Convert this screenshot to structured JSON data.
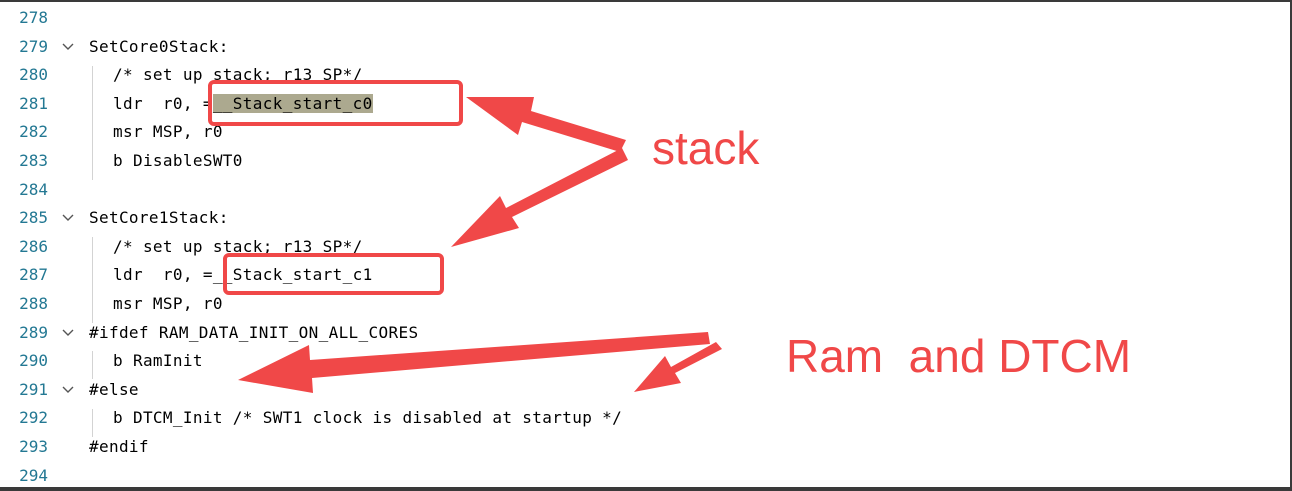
{
  "editor": {
    "lines": [
      {
        "num": "278",
        "text": "",
        "fold": false,
        "indent": false
      },
      {
        "num": "279",
        "text": "SetCore0Stack:",
        "fold": true,
        "indent": false
      },
      {
        "num": "280",
        "text": "/* set up stack; r13 SP*/",
        "fold": false,
        "indent": true
      },
      {
        "num": "281",
        "text_pre": "ldr  r0, =",
        "text_hl": "__Stack_start_c0",
        "fold": false,
        "indent": true
      },
      {
        "num": "282",
        "text": "msr MSP, r0",
        "fold": false,
        "indent": true
      },
      {
        "num": "283",
        "text": "b DisableSWT0",
        "fold": false,
        "indent": true
      },
      {
        "num": "284",
        "text": "",
        "fold": false,
        "indent": false
      },
      {
        "num": "285",
        "text": "SetCore1Stack:",
        "fold": true,
        "indent": false
      },
      {
        "num": "286",
        "text": "/* set up stack; r13 SP*/",
        "fold": false,
        "indent": true
      },
      {
        "num": "287",
        "text": "ldr  r0, =__Stack_start_c1",
        "fold": false,
        "indent": true
      },
      {
        "num": "288",
        "text": "msr MSP, r0",
        "fold": false,
        "indent": true
      },
      {
        "num": "289",
        "text": "#ifdef RAM_DATA_INIT_ON_ALL_CORES",
        "fold": true,
        "indent": false
      },
      {
        "num": "290",
        "text": "b RamInit",
        "fold": false,
        "indent": true
      },
      {
        "num": "291",
        "text": "#else",
        "fold": true,
        "indent": false
      },
      {
        "num": "292",
        "text": "b DTCM_Init /* SWT1 clock is disabled at startup */",
        "fold": false,
        "indent": true
      },
      {
        "num": "293",
        "text": "#endif",
        "fold": false,
        "indent": false
      },
      {
        "num": "294",
        "text": "",
        "fold": false,
        "indent": false
      }
    ]
  },
  "annotations": {
    "stack_label": "stack",
    "ram_label": "Ram  and DTCM",
    "color": "#f04848",
    "highlight_color": "#aca98f"
  }
}
